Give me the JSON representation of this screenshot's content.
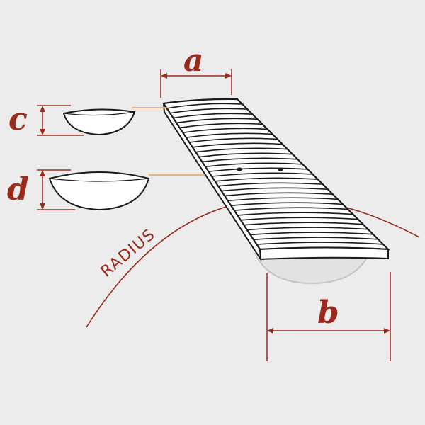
{
  "labels": {
    "a": "a",
    "b": "b",
    "c": "c",
    "d": "d",
    "radius": "RADIUS"
  },
  "colors": {
    "background": "#ececec",
    "dimension": "#9b2a1c",
    "leader": "#e8a05a",
    "outline": "#1a1a1a",
    "shadow": "#c9c9c9"
  }
}
